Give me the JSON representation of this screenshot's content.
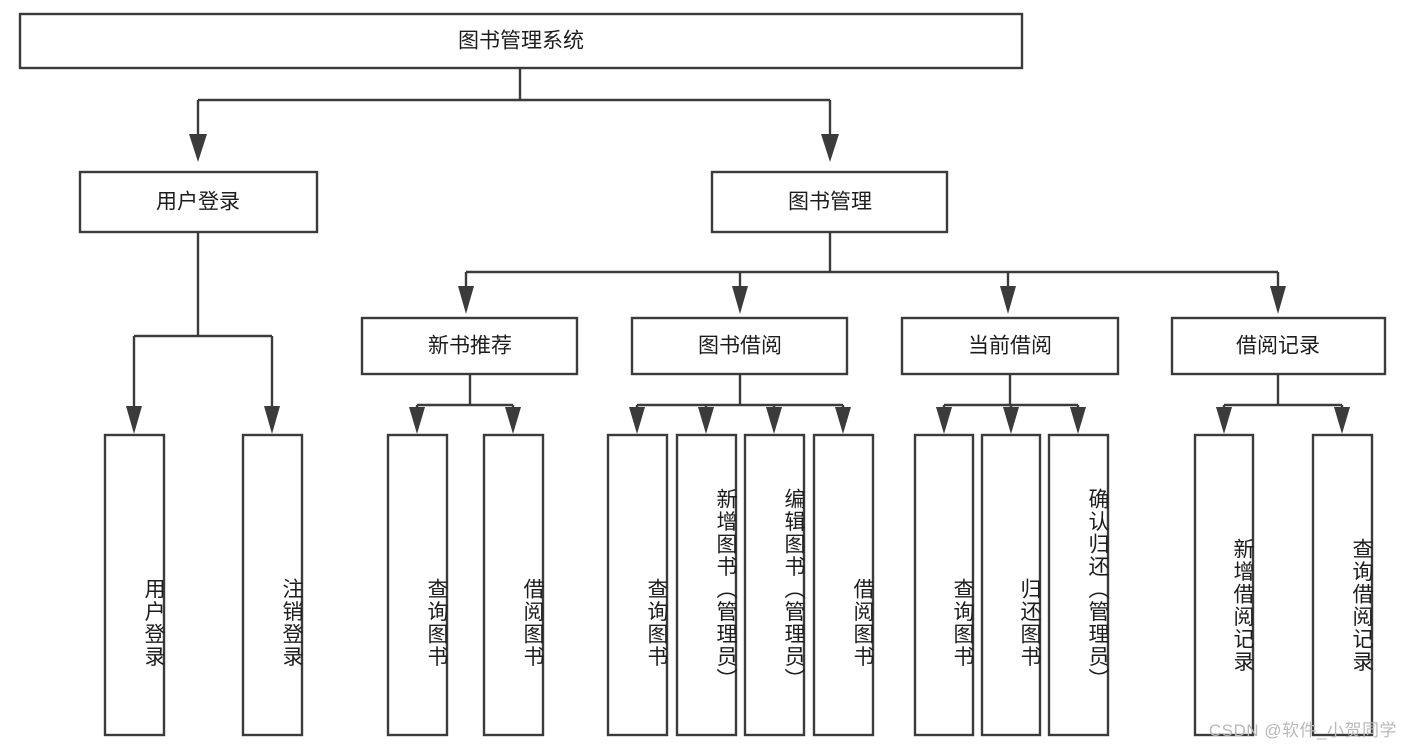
{
  "diagram": {
    "type": "hierarchy-tree",
    "title_node": {
      "label": "图书管理系统"
    },
    "level2": [
      {
        "label": "用户登录"
      },
      {
        "label": "图书管理"
      }
    ],
    "level3": [
      {
        "label": "新书推荐"
      },
      {
        "label": "图书借阅"
      },
      {
        "label": "当前借阅"
      },
      {
        "label": "借阅记录"
      }
    ],
    "leaves": {
      "user_login": [
        {
          "label": "用户登录"
        },
        {
          "label": "注销登录"
        }
      ],
      "new_book_recommend": [
        {
          "label": "查询图书"
        },
        {
          "label": "借阅图书"
        }
      ],
      "book_borrow": [
        {
          "label": "查询图书"
        },
        {
          "label": "新增图书（管理员）"
        },
        {
          "label": "编辑图书（管理员）"
        },
        {
          "label": "借阅图书"
        }
      ],
      "current_borrow": [
        {
          "label": "查询图书"
        },
        {
          "label": "归还图书"
        },
        {
          "label": "确认归还（管理员）"
        }
      ],
      "borrow_record": [
        {
          "label": "新增借阅记录"
        },
        {
          "label": "查询借阅记录"
        }
      ]
    }
  },
  "watermark": {
    "text": "CSDN @软件_小贺同学"
  },
  "colors": {
    "stroke": "#3b3b3b",
    "fill": "#ffffff",
    "text": "#1d1d1d",
    "watermark": "#b9b9b9"
  }
}
